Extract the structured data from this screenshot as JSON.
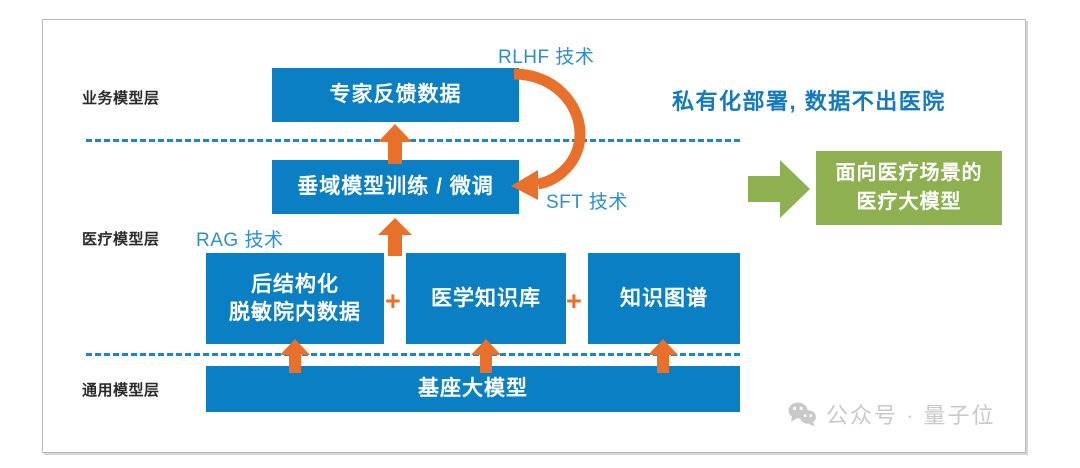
{
  "diagram": {
    "title_hidden": "",
    "colors": {
      "box_blue": "#0a7fc4",
      "arrow_orange": "#e8702a",
      "divider_blue": "#1b87c9",
      "anno_blue": "#2e8fd0",
      "headline_blue": "#1479bd",
      "green": "#8fb051",
      "frame_gray": "#b9b9b9",
      "watermark_gray": "#c9c9c9"
    },
    "layers": [
      {
        "id": "business",
        "label": "业务模型层"
      },
      {
        "id": "medical",
        "label": "医疗模型层"
      },
      {
        "id": "general",
        "label": "通用模型层"
      }
    ],
    "boxes": [
      {
        "id": "expert-feedback",
        "lines": [
          "专家反馈数据"
        ]
      },
      {
        "id": "domain-training",
        "lines": [
          "垂域模型训练 / 微调"
        ]
      },
      {
        "id": "post-structured",
        "lines": [
          "后结构化",
          "脱敏院内数据"
        ]
      },
      {
        "id": "medical-kb",
        "lines": [
          "医学知识库"
        ]
      },
      {
        "id": "knowledge-graph",
        "lines": [
          "知识图谱"
        ]
      },
      {
        "id": "foundation-model",
        "lines": [
          "基座大模型"
        ]
      }
    ],
    "annotations": {
      "rlhf": "RLHF 技术",
      "sft": "SFT 技术",
      "rag": "RAG 技术"
    },
    "headline": "私有化部署, 数据不出医院",
    "callout": {
      "lines": [
        "面向医疗场景的",
        "医疗大模型"
      ]
    },
    "operators": {
      "plus_1": "+",
      "plus_2": "+"
    },
    "watermark": {
      "icon": "wechat-icon",
      "text": "公众号 · 量子位"
    }
  }
}
